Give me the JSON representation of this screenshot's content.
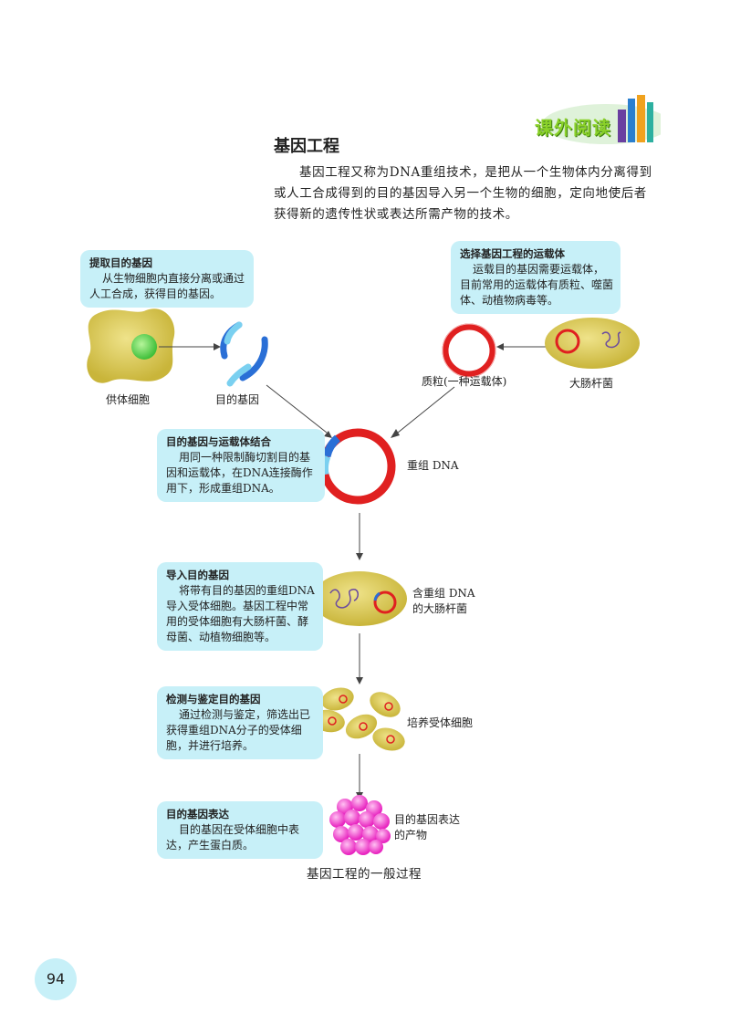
{
  "badge": {
    "text": "课外阅读"
  },
  "title": "基因工程",
  "intro": "基因工程又称为DNA重组技术，是把从一个生物体内分离得到或人工合成得到的目的基因导入另一个生物的细胞，定向地使后者获得新的遗传性状或表达所需产物的技术。",
  "boxes": {
    "extract": {
      "heading": "提取目的基因",
      "text": "从生物细胞内直接分离或通过人工合成，获得目的基因。"
    },
    "vector": {
      "heading": "选择基因工程的运载体",
      "text": "运载目的基因需要运载体，目前常用的运载体有质粒、噬菌体、动植物病毒等。"
    },
    "combine": {
      "heading": "目的基因与运载体结合",
      "text": "用同一种限制酶切割目的基因和运载体，在DNA连接酶作用下，形成重组DNA。"
    },
    "introduce": {
      "heading": "导入目的基因",
      "text": "将带有目的基因的重组DNA导入受体细胞。基因工程中常用的受体细胞有大肠杆菌、酵母菌、动植物细胞等。"
    },
    "detect": {
      "heading": "检测与鉴定目的基因",
      "text": "通过检测与鉴定，筛选出已获得重组DNA分子的受体细胞，并进行培养。"
    },
    "express": {
      "heading": "目的基因表达",
      "text": "目的基因在受体细胞中表达，产生蛋白质。"
    }
  },
  "labels": {
    "donor_cell": "供体细胞",
    "target_gene": "目的基因",
    "plasmid": "质粒(一种运载体)",
    "ecoli": "大肠杆菌",
    "recombinant_dna": "重组 DNA",
    "ecoli_with_dna": "含重组 DNA\n的大肠杆菌",
    "cultured_cells": "培养受体细胞",
    "gene_product": "目的基因表达\n的产物"
  },
  "caption": "基因工程的一般过程",
  "page_number": "94",
  "colors": {
    "box_bg": "#c7f0f8",
    "cell_yellow": "#d6c64a",
    "plasmid_red": "#e02020",
    "gene_blue": "#2a6fd6",
    "product_pink": "#f03cc8"
  }
}
